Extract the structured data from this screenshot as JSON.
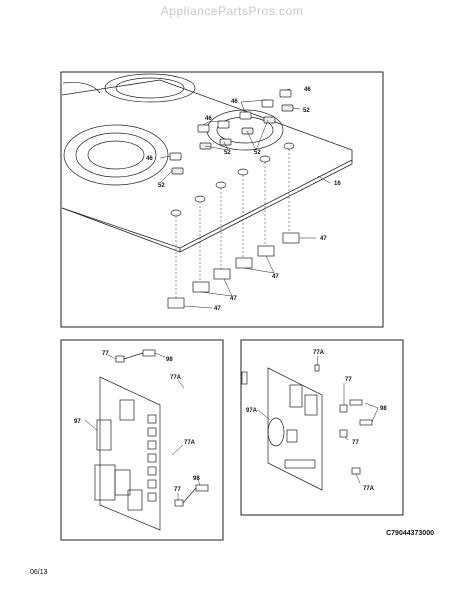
{
  "watermark": "AppliancePartsPros.com",
  "diagram_code": "C79044373000",
  "date": "06/13",
  "callouts": {
    "top": [
      "46",
      "46",
      "46",
      "46",
      "52",
      "52",
      "52",
      "52",
      "16",
      "47",
      "47",
      "47",
      "47"
    ],
    "left": [
      "77",
      "98",
      "77A",
      "97",
      "77A",
      "77",
      "98"
    ],
    "right": [
      "77A",
      "97A",
      "77",
      "98",
      "77",
      "77A"
    ]
  }
}
